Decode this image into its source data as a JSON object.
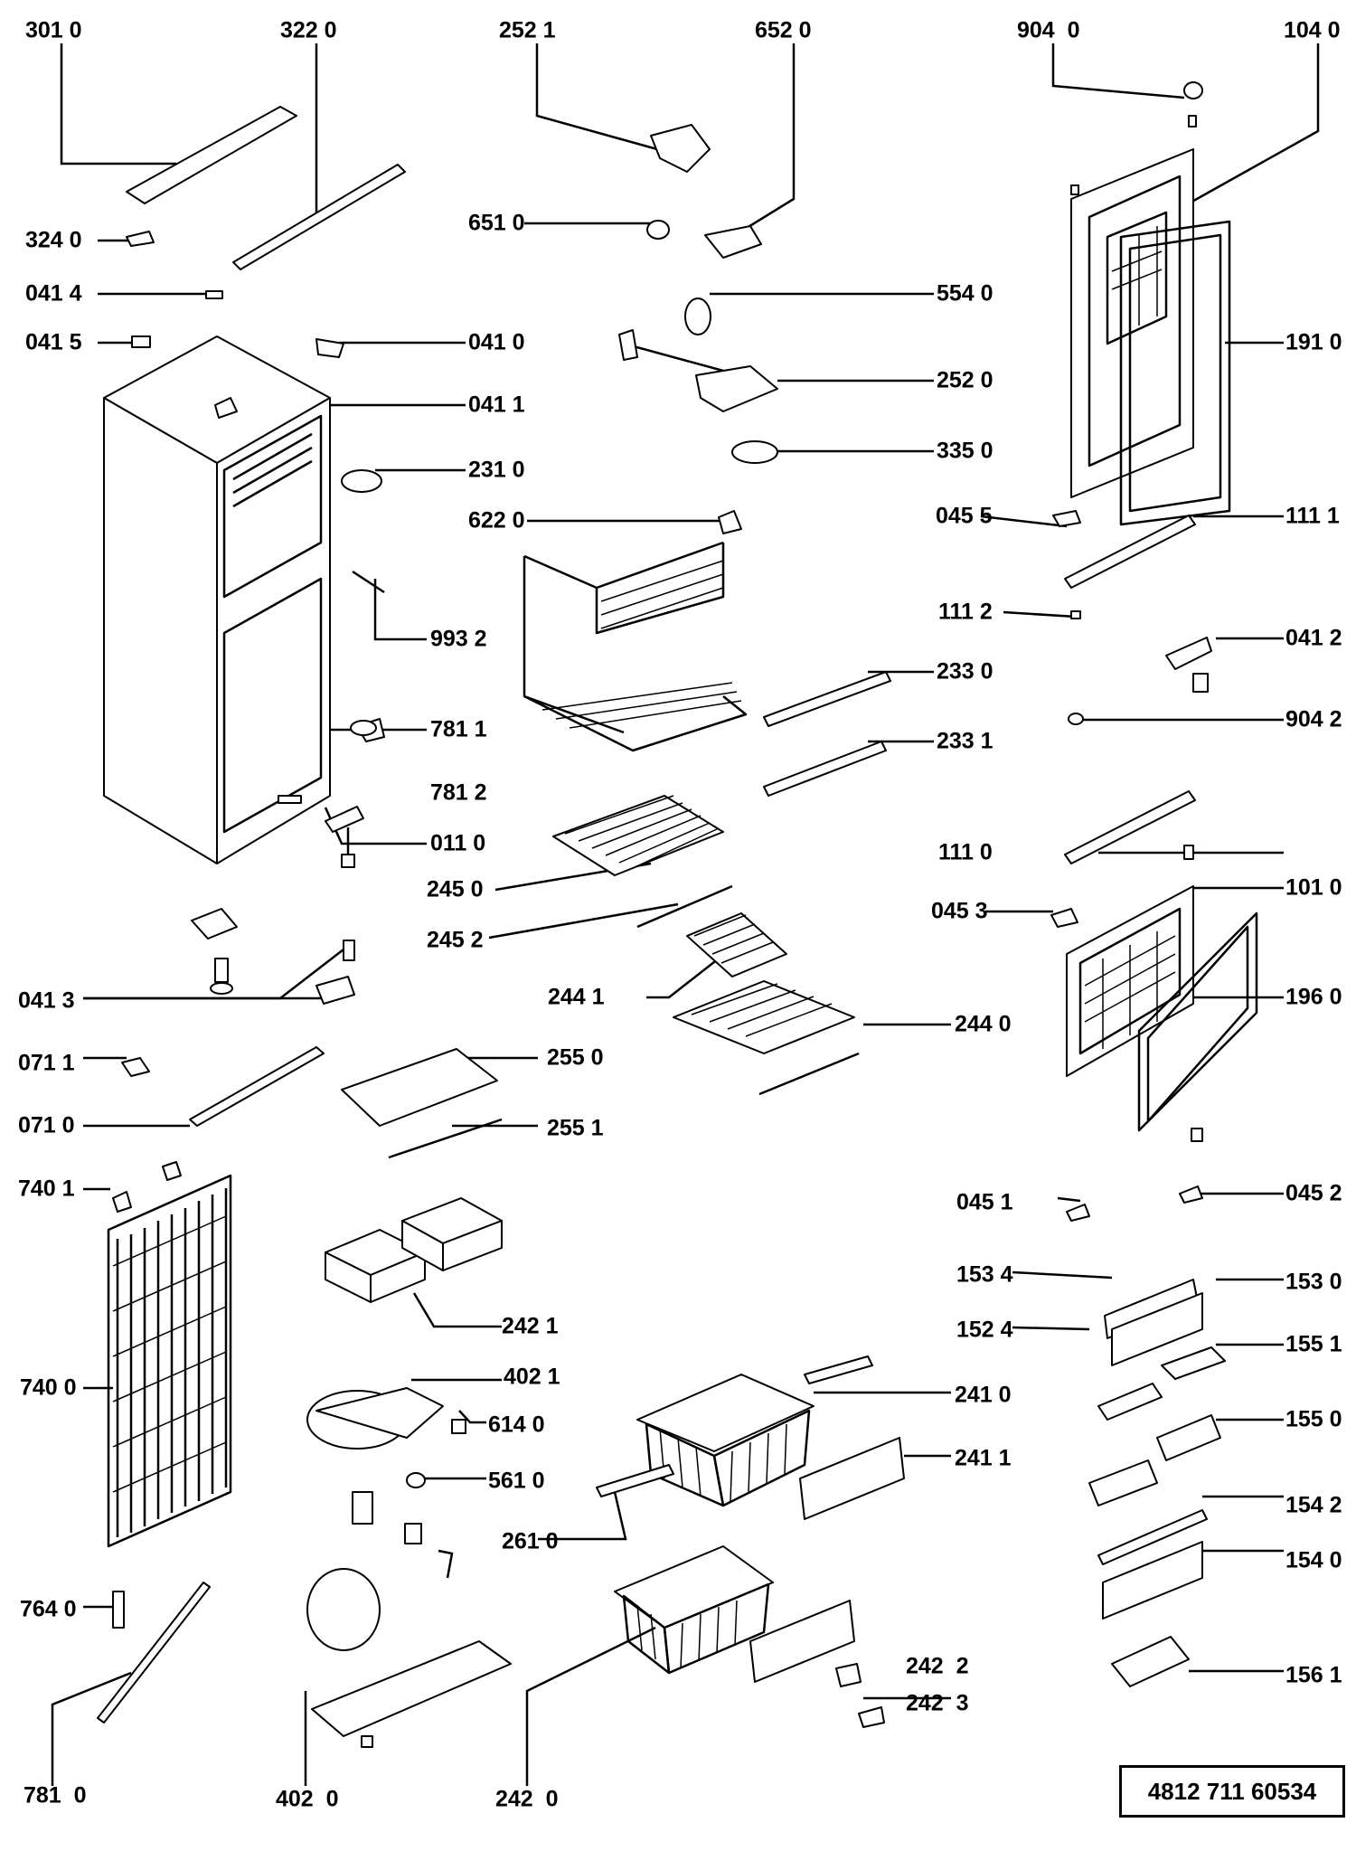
{
  "labels": {
    "p3010": "301 0",
    "p3220": "322 0",
    "p2521": "252 1",
    "p6520": "652 0",
    "p9040": "904  0",
    "p1040": "104 0",
    "p3240": "324 0",
    "p6510": "651 0",
    "p0414": "041 4",
    "p5540": "554 0",
    "p0415": "041 5",
    "p0410": "041 0",
    "p1910": "191 0",
    "p2520": "252 0",
    "p0411": "041 1",
    "p2310": "231 0",
    "p3350": "335 0",
    "p0455": "045 5",
    "p6220": "622 0",
    "p1111": "111 1",
    "p1112": "111 2",
    "p9932": "993 2",
    "p0412": "041 2",
    "p2330": "233 0",
    "p9042": "904 2",
    "p7811": "781 1",
    "p2331": "233 1",
    "p7812": "781 2",
    "p0110": "011 0",
    "p1110": "111 0",
    "p2450": "245 0",
    "p1010": "101 0",
    "p0453": "045 3",
    "p2452": "245 2",
    "p2441": "244 1",
    "p1960": "196 0",
    "p0413": "041 3",
    "p2440": "244 0",
    "p0711": "071 1",
    "p2550": "255 0",
    "p0710": "071 0",
    "p2551": "255 1",
    "p7401": "740 1",
    "p0451": "045 1",
    "p0452": "045 2",
    "p1534": "153 4",
    "p1530": "153 0",
    "p2421": "242 1",
    "p1524": "152 4",
    "p1551": "155 1",
    "p4021": "402 1",
    "p7400": "740 0",
    "p2410": "241 0",
    "p6140": "614 0",
    "p1550": "155 0",
    "p2411": "241 1",
    "p5610": "561 0",
    "p1542": "154 2",
    "p2610": "261 0",
    "p1540": "154 0",
    "p7640": "764 0",
    "p2422": "242  2",
    "p1561": "156 1",
    "p2423": "242  3",
    "p7810": "781  0",
    "p4020": "402  0",
    "p2420": "242  0"
  },
  "document_number": "4812  711  60534"
}
